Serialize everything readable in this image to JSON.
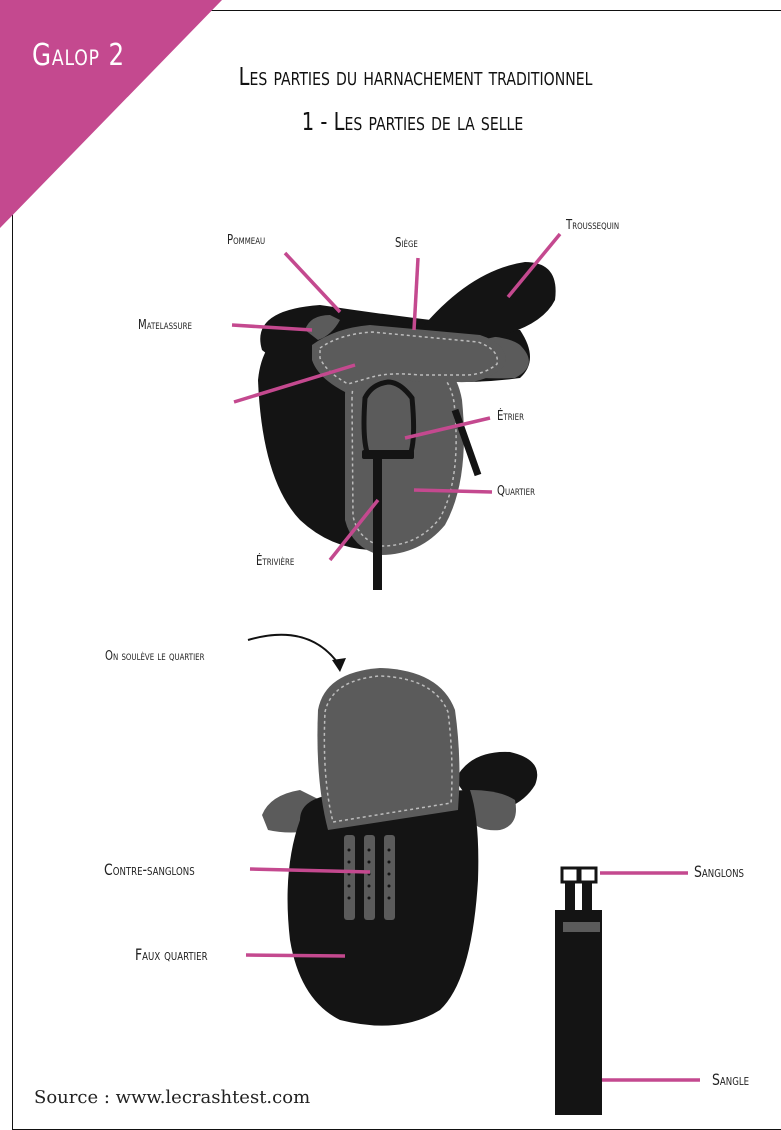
{
  "badge": "Galop 2",
  "title_line1": "Les parties du harnachement traditionnel",
  "title_line2": "1 - Les parties de la selle",
  "labels": {
    "pommeau": "Pommeau",
    "siege": "Siège",
    "troussequin": "Troussequin",
    "matelassure": "Matelassure",
    "etrier": "Étrier",
    "quartier": "Quartier",
    "etriviere": "Étrivière",
    "on_souleve": "On soulève le quartier",
    "contre_sanglons": "Contre-sanglons",
    "faux_quartier": "Faux quartier",
    "sanglons": "Sanglons",
    "sangle": "Sangle"
  },
  "source": "Source : www.lecrashtest.com",
  "colors": {
    "accent": "#c4498f",
    "saddle_dark": "#141414",
    "saddle_grey": "#5b5b5b",
    "stitch": "#bdbdbd"
  }
}
